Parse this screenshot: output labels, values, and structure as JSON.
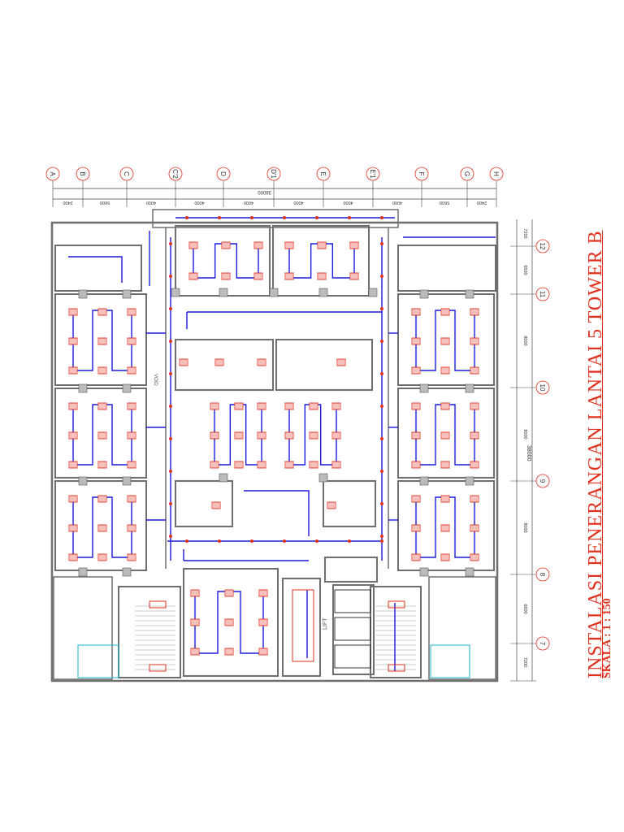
{
  "drawing": {
    "title": "INSTALASI PENERANGAN LANTAI 5 TOWER B",
    "scale": "SKALA : 1 : 150",
    "overall_width": "36000",
    "overall_height": "38000",
    "rooms": {
      "lift": "LIFT",
      "void": "VOID"
    }
  },
  "grid": {
    "columns": [
      {
        "label": "A",
        "dim_after": "2400"
      },
      {
        "label": "B",
        "dim_after": "5600"
      },
      {
        "label": "C",
        "dim_after": "4000"
      },
      {
        "label": "C'2",
        "dim_after": "4000"
      },
      {
        "label": "D",
        "dim_after": "4000"
      },
      {
        "label": "D'1",
        "dim_after": "4000"
      },
      {
        "label": "E",
        "dim_after": "4000"
      },
      {
        "label": "E'1",
        "dim_after": "4000"
      },
      {
        "label": "F",
        "dim_after": "5600"
      },
      {
        "label": "G",
        "dim_after": "2400"
      },
      {
        "label": "H",
        "dim_after": ""
      }
    ],
    "rows": [
      {
        "label": "12",
        "dim_after": "7200"
      },
      {
        "label": "11",
        "dim_after": "6500"
      },
      {
        "label": "10",
        "dim_after": "8000"
      },
      {
        "label": "9",
        "dim_after": "8000"
      },
      {
        "label": "8",
        "dim_after": "8000"
      },
      {
        "label": "7",
        "dim_after": "6600"
      },
      {
        "label": "",
        "dim_after": "7200"
      }
    ]
  },
  "colors": {
    "wall": "#6e6e6e",
    "wiring": "#1a1adc",
    "fixture": "#e0301e",
    "accent": "#16b4d0",
    "grid_line": "#444444"
  }
}
